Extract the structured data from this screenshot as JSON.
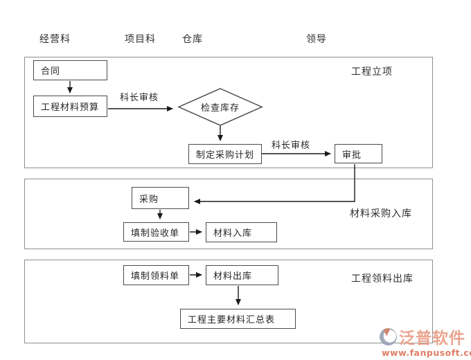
{
  "swimlane_headers": [
    {
      "label": "经营科"
    },
    {
      "label": "项目科"
    },
    {
      "label": "仓库"
    },
    {
      "label": "领导"
    }
  ],
  "sections": [
    {
      "label": "工程立项"
    },
    {
      "label": "材料采购入库"
    },
    {
      "label": "工程领料出库"
    }
  ],
  "nodes": {
    "contract": "合同",
    "material_budget": "工程材料预算",
    "check_stock": "检查库存",
    "purchase_plan": "制定采购计划",
    "approval": "审批",
    "purchase": "采购",
    "fill_acceptance": "填制验收单",
    "material_in": "材料入库",
    "fill_requisition": "填制领料单",
    "material_out": "材料出库",
    "material_summary": "工程主要材料汇总表"
  },
  "edge_labels": {
    "chief_review_1": "科长审核",
    "chief_review_2": "科长审核"
  },
  "logo": {
    "brand": "泛普软件",
    "website": "www.fanpusoft.com"
  },
  "colors": {
    "node_border": "#4a4a4a",
    "section_border": "#8f8f8f",
    "arrow": "#1a1a1a",
    "logo_salmon": "#e99d86",
    "logo_url_color": "#dd7257",
    "logo_gray": "#9aa4b5"
  }
}
